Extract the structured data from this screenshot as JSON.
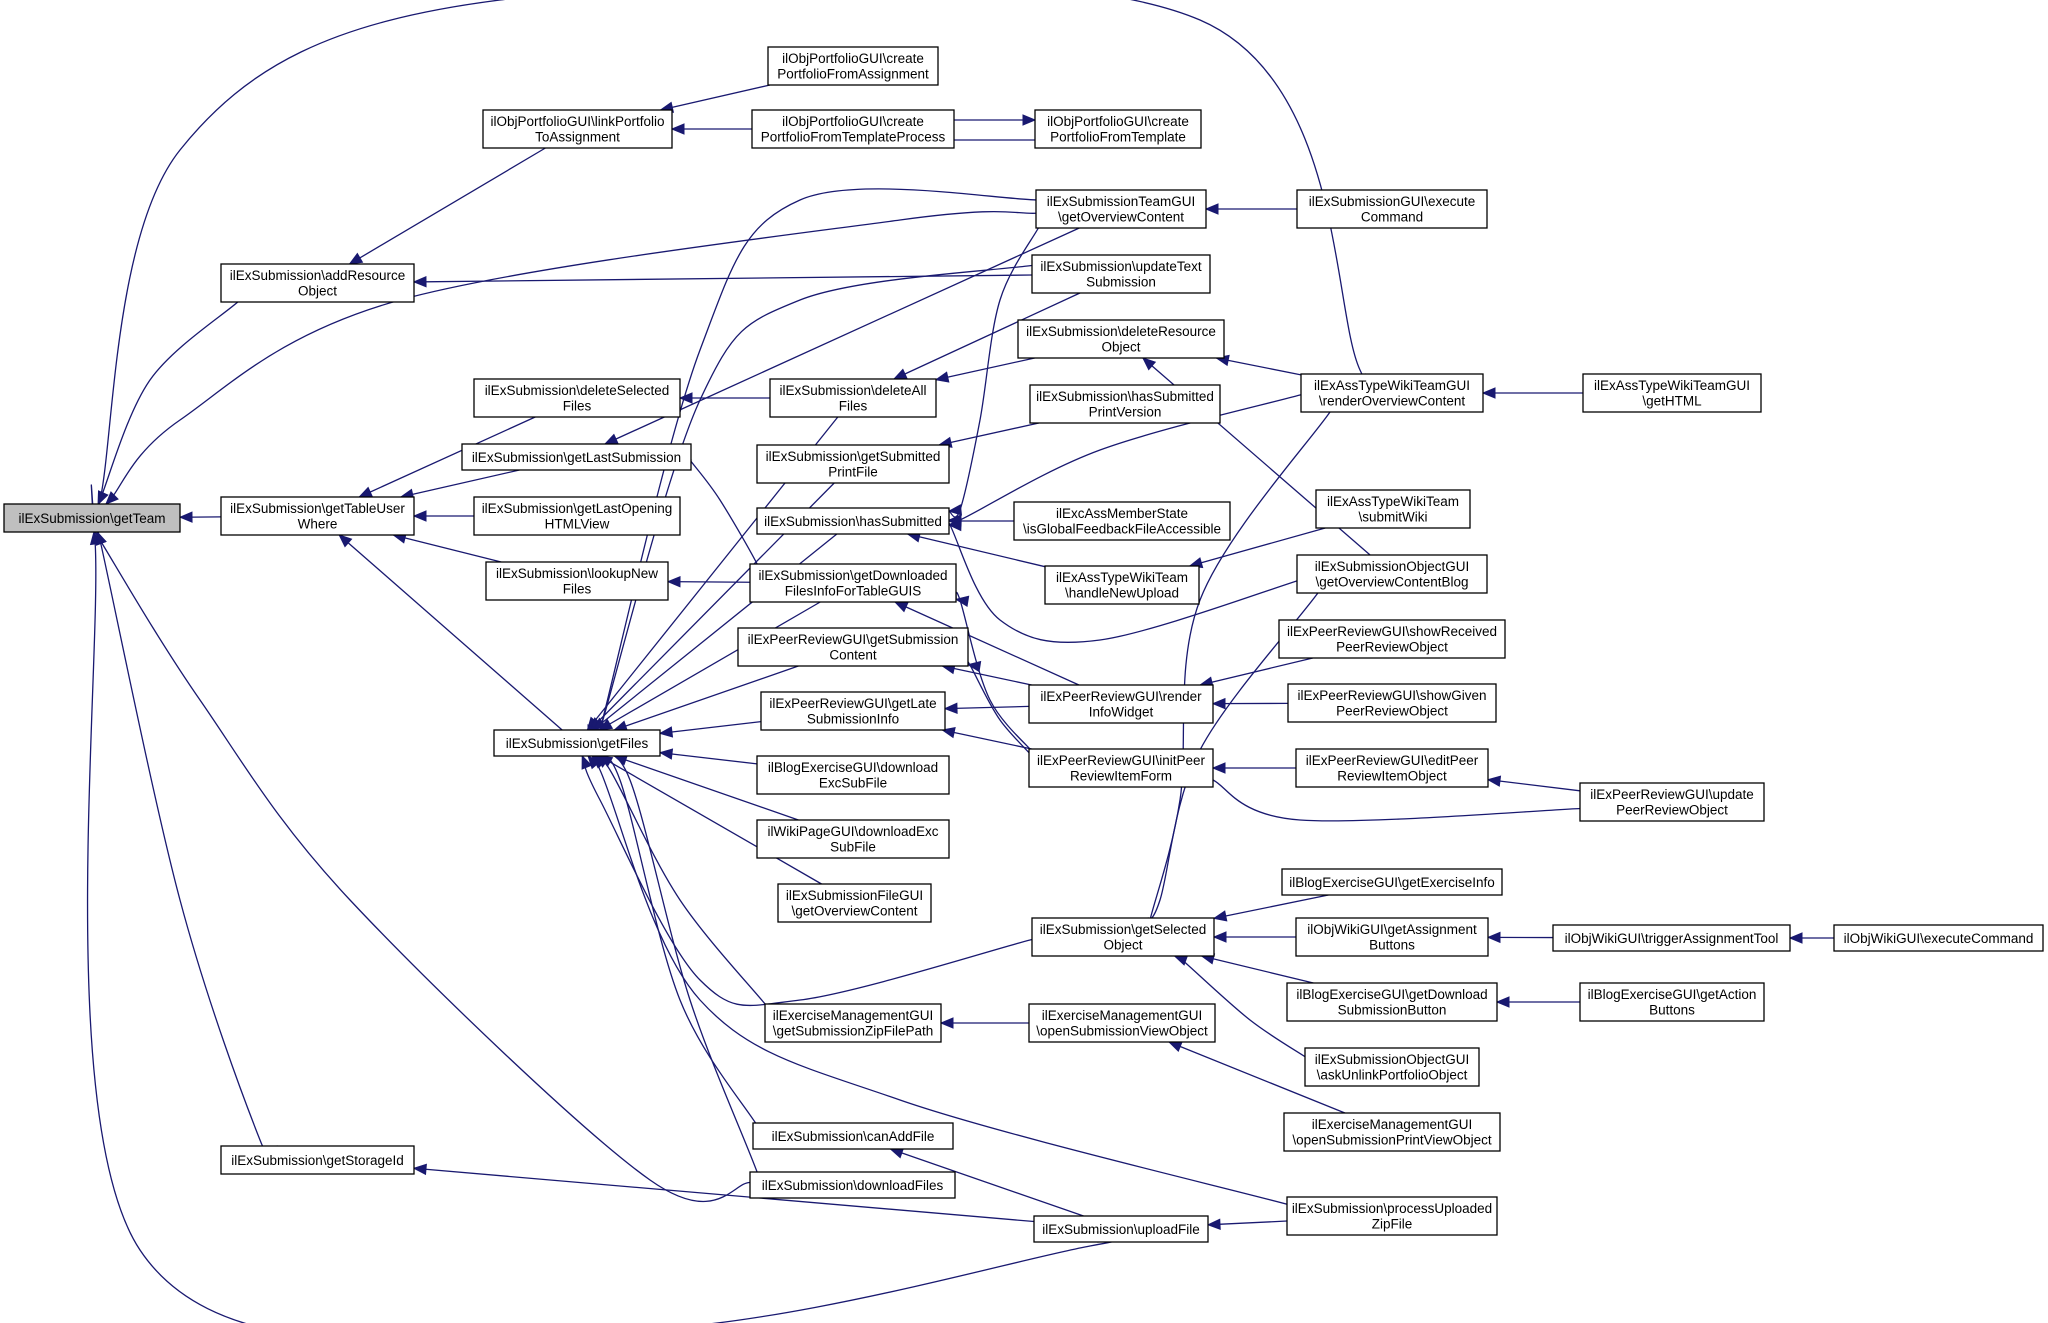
{
  "graph": {
    "kind": "caller graph",
    "root": "getTeam",
    "colors": {
      "edge": "#191970",
      "node_border": "#000000",
      "node_fill": "#ffffff",
      "root_fill": "#bfbfbf"
    },
    "nodes": [
      {
        "id": "getTeam",
        "lines": [
          "ilExSubmission\\getTeam"
        ],
        "root": true
      },
      {
        "id": "addResourceObject",
        "lines": [
          "ilExSubmission\\addResource",
          "Object"
        ]
      },
      {
        "id": "getTableUserWhere",
        "lines": [
          "ilExSubmission\\getTableUser",
          "Where"
        ]
      },
      {
        "id": "getStorageId",
        "lines": [
          "ilExSubmission\\getStorageId"
        ]
      },
      {
        "id": "linkPortfolio",
        "lines": [
          "ilObjPortfolioGUI\\linkPortfolio",
          "ToAssignment"
        ]
      },
      {
        "id": "deleteSelectedFiles",
        "lines": [
          "ilExSubmission\\deleteSelected",
          "Files"
        ]
      },
      {
        "id": "getLastSubmission",
        "lines": [
          "ilExSubmission\\getLastSubmission"
        ]
      },
      {
        "id": "getLastOpeningHTMLView",
        "lines": [
          "ilExSubmission\\getLastOpening",
          "HTMLView"
        ]
      },
      {
        "id": "lookupNewFiles",
        "lines": [
          "ilExSubmission\\lookupNew",
          "Files"
        ]
      },
      {
        "id": "getFiles",
        "lines": [
          "ilExSubmission\\getFiles"
        ]
      },
      {
        "id": "createPortfolioFromAssignment",
        "lines": [
          "ilObjPortfolioGUI\\create",
          "PortfolioFromAssignment"
        ]
      },
      {
        "id": "createPortfolioFromTemplateProcess",
        "lines": [
          "ilObjPortfolioGUI\\create",
          "PortfolioFromTemplateProcess"
        ]
      },
      {
        "id": "deleteAllFiles",
        "lines": [
          "ilExSubmission\\deleteAll",
          "Files"
        ]
      },
      {
        "id": "getSubmittedPrintFile",
        "lines": [
          "ilExSubmission\\getSubmitted",
          "PrintFile"
        ]
      },
      {
        "id": "hasSubmitted",
        "lines": [
          "ilExSubmission\\hasSubmitted"
        ]
      },
      {
        "id": "getDownloadedFilesInfo",
        "lines": [
          "ilExSubmission\\getDownloaded",
          "FilesInfoForTableGUIS"
        ]
      },
      {
        "id": "getSubmissionContent",
        "lines": [
          "ilExPeerReviewGUI\\getSubmission",
          "Content"
        ]
      },
      {
        "id": "getLateSubmissionInfo",
        "lines": [
          "ilExPeerReviewGUI\\getLate",
          "SubmissionInfo"
        ]
      },
      {
        "id": "blogDownloadExcSubFile",
        "lines": [
          "ilBlogExerciseGUI\\download",
          "ExcSubFile"
        ]
      },
      {
        "id": "wikiDownloadExcSubFile",
        "lines": [
          "ilWikiPageGUI\\downloadExc",
          "SubFile"
        ]
      },
      {
        "id": "fileGuiGetOverviewContent",
        "lines": [
          "ilExSubmissionFileGUI",
          "\\getOverviewContent"
        ]
      },
      {
        "id": "getSubmissionZipFilePath",
        "lines": [
          "ilExerciseManagementGUI",
          "\\getSubmissionZipFilePath"
        ]
      },
      {
        "id": "canAddFile",
        "lines": [
          "ilExSubmission\\canAddFile"
        ]
      },
      {
        "id": "downloadFiles",
        "lines": [
          "ilExSubmission\\downloadFiles"
        ]
      },
      {
        "id": "createPortfolioFromTemplate",
        "lines": [
          "ilObjPortfolioGUI\\create",
          "PortfolioFromTemplate"
        ]
      },
      {
        "id": "teamGuiGetOverviewContent",
        "lines": [
          "ilExSubmissionTeamGUI",
          "\\getOverviewContent"
        ]
      },
      {
        "id": "updateTextSubmission",
        "lines": [
          "ilExSubmission\\updateText",
          "Submission"
        ]
      },
      {
        "id": "deleteResourceObject",
        "lines": [
          "ilExSubmission\\deleteResource",
          "Object"
        ]
      },
      {
        "id": "hasSubmittedPrintVersion",
        "lines": [
          "ilExSubmission\\hasSubmitted",
          "PrintVersion"
        ]
      },
      {
        "id": "isGlobalFeedbackFileAccessible",
        "lines": [
          "ilExcAssMemberState",
          "\\isGlobalFeedbackFileAccessible"
        ]
      },
      {
        "id": "handleNewUpload",
        "lines": [
          "ilExAssTypeWikiTeam",
          "\\handleNewUpload"
        ]
      },
      {
        "id": "renderInfoWidget",
        "lines": [
          "ilExPeerReviewGUI\\render",
          "InfoWidget"
        ]
      },
      {
        "id": "initPeerReviewItemForm",
        "lines": [
          "ilExPeerReviewGUI\\initPeer",
          "ReviewItemForm"
        ]
      },
      {
        "id": "getSelectedObject",
        "lines": [
          "ilExSubmission\\getSelected",
          "Object"
        ]
      },
      {
        "id": "openSubmissionViewObject",
        "lines": [
          "ilExerciseManagementGUI",
          "\\openSubmissionViewObject"
        ]
      },
      {
        "id": "uploadFile",
        "lines": [
          "ilExSubmission\\uploadFile"
        ]
      },
      {
        "id": "executeCommand",
        "lines": [
          "ilExSubmissionGUI\\execute",
          "Command"
        ]
      },
      {
        "id": "renderOverviewContent",
        "lines": [
          "ilExAssTypeWikiTeamGUI",
          "\\renderOverviewContent"
        ]
      },
      {
        "id": "submitWiki",
        "lines": [
          "ilExAssTypeWikiTeam",
          "\\submitWiki"
        ]
      },
      {
        "id": "getOverviewContentBlog",
        "lines": [
          "ilExSubmissionObjectGUI",
          "\\getOverviewContentBlog"
        ]
      },
      {
        "id": "showReceivedPeerReviewObject",
        "lines": [
          "ilExPeerReviewGUI\\showReceived",
          "PeerReviewObject"
        ]
      },
      {
        "id": "showGivenPeerReviewObject",
        "lines": [
          "ilExPeerReviewGUI\\showGiven",
          "PeerReviewObject"
        ]
      },
      {
        "id": "editPeerReviewItemObject",
        "lines": [
          "ilExPeerReviewGUI\\editPeer",
          "ReviewItemObject"
        ]
      },
      {
        "id": "getExerciseInfo",
        "lines": [
          "ilBlogExerciseGUI\\getExerciseInfo"
        ]
      },
      {
        "id": "getAssignmentButtons",
        "lines": [
          "ilObjWikiGUI\\getAssignment",
          "Buttons"
        ]
      },
      {
        "id": "getDownloadSubmissionButton",
        "lines": [
          "ilBlogExerciseGUI\\getDownload",
          "SubmissionButton"
        ]
      },
      {
        "id": "askUnlinkPortfolioObject",
        "lines": [
          "ilExSubmissionObjectGUI",
          "\\askUnlinkPortfolioObject"
        ]
      },
      {
        "id": "openSubmissionPrintViewObject",
        "lines": [
          "ilExerciseManagementGUI",
          "\\openSubmissionPrintViewObject"
        ]
      },
      {
        "id": "processUploadedZipFile",
        "lines": [
          "ilExSubmission\\processUploaded",
          "ZipFile"
        ]
      },
      {
        "id": "wikiTeamGetHTML",
        "lines": [
          "ilExAssTypeWikiTeamGUI",
          "\\getHTML"
        ]
      },
      {
        "id": "updatePeerReviewObject",
        "lines": [
          "ilExPeerReviewGUI\\update",
          "PeerReviewObject"
        ]
      },
      {
        "id": "triggerAssignmentTool",
        "lines": [
          "ilObjWikiGUI\\triggerAssignmentTool"
        ]
      },
      {
        "id": "getActionButtons",
        "lines": [
          "ilBlogExerciseGUI\\getAction",
          "Buttons"
        ]
      },
      {
        "id": "wikiExecuteCommand",
        "lines": [
          "ilObjWikiGUI\\executeCommand"
        ]
      }
    ],
    "edges": [
      {
        "from": "addResourceObject",
        "to": "getTeam"
      },
      {
        "from": "getTableUserWhere",
        "to": "getTeam"
      },
      {
        "from": "getStorageId",
        "to": "getTeam"
      },
      {
        "from": "linkPortfolio",
        "to": "addResourceObject"
      },
      {
        "from": "updateTextSubmission",
        "to": "addResourceObject"
      },
      {
        "from": "deleteSelectedFiles",
        "to": "getTableUserWhere"
      },
      {
        "from": "getLastSubmission",
        "to": "getTableUserWhere"
      },
      {
        "from": "getLastOpeningHTMLView",
        "to": "getTableUserWhere"
      },
      {
        "from": "lookupNewFiles",
        "to": "getTableUserWhere"
      },
      {
        "from": "getFiles",
        "to": "getTableUserWhere"
      },
      {
        "from": "createPortfolioFromAssignment",
        "to": "linkPortfolio"
      },
      {
        "from": "createPortfolioFromTemplateProcess",
        "to": "linkPortfolio"
      },
      {
        "from": "createPortfolioFromTemplate",
        "to": "createPortfolioFromTemplateProcess"
      },
      {
        "from": "createPortfolioFromTemplateProcess",
        "to": "createPortfolioFromTemplate"
      },
      {
        "from": "deleteAllFiles",
        "to": "deleteSelectedFiles"
      },
      {
        "from": "teamGuiGetOverviewContent",
        "to": "getLastSubmission"
      },
      {
        "from": "getDownloadedFilesInfo",
        "to": "getLastSubmission"
      },
      {
        "from": "getDownloadedFilesInfo",
        "to": "lookupNewFiles"
      },
      {
        "from": "deleteAllFiles",
        "to": "getFiles"
      },
      {
        "from": "getSubmittedPrintFile",
        "to": "getFiles"
      },
      {
        "from": "hasSubmitted",
        "to": "getFiles"
      },
      {
        "from": "getDownloadedFilesInfo",
        "to": "getFiles"
      },
      {
        "from": "getSubmissionContent",
        "to": "getFiles"
      },
      {
        "from": "getLateSubmissionInfo",
        "to": "getFiles"
      },
      {
        "from": "blogDownloadExcSubFile",
        "to": "getFiles"
      },
      {
        "from": "wikiDownloadExcSubFile",
        "to": "getFiles"
      },
      {
        "from": "fileGuiGetOverviewContent",
        "to": "getFiles"
      },
      {
        "from": "getSubmissionZipFilePath",
        "to": "getFiles"
      },
      {
        "from": "canAddFile",
        "to": "getFiles"
      },
      {
        "from": "downloadFiles",
        "to": "getFiles"
      },
      {
        "from": "teamGuiGetOverviewContent",
        "to": "getFiles"
      },
      {
        "from": "updateTextSubmission",
        "to": "getFiles"
      },
      {
        "from": "getSelectedObject",
        "to": "getFiles"
      },
      {
        "from": "processUploadedZipFile",
        "to": "getFiles"
      },
      {
        "from": "executeCommand",
        "to": "teamGuiGetOverviewContent"
      },
      {
        "from": "updateTextSubmission",
        "to": "deleteAllFiles"
      },
      {
        "from": "deleteResourceObject",
        "to": "deleteAllFiles"
      },
      {
        "from": "hasSubmittedPrintVersion",
        "to": "getSubmittedPrintFile"
      },
      {
        "from": "teamGuiGetOverviewContent",
        "to": "hasSubmitted"
      },
      {
        "from": "renderOverviewContent",
        "to": "hasSubmitted"
      },
      {
        "from": "isGlobalFeedbackFileAccessible",
        "to": "hasSubmitted"
      },
      {
        "from": "handleNewUpload",
        "to": "hasSubmitted"
      },
      {
        "from": "getOverviewContentBlog",
        "to": "hasSubmitted"
      },
      {
        "from": "renderInfoWidget",
        "to": "getDownloadedFilesInfo"
      },
      {
        "from": "initPeerReviewItemForm",
        "to": "getDownloadedFilesInfo"
      },
      {
        "from": "renderInfoWidget",
        "to": "getSubmissionContent"
      },
      {
        "from": "initPeerReviewItemForm",
        "to": "getSubmissionContent"
      },
      {
        "from": "renderInfoWidget",
        "to": "getLateSubmissionInfo"
      },
      {
        "from": "initPeerReviewItemForm",
        "to": "getLateSubmissionInfo"
      },
      {
        "from": "openSubmissionViewObject",
        "to": "getSubmissionZipFilePath"
      },
      {
        "from": "uploadFile",
        "to": "canAddFile"
      },
      {
        "from": "uploadFile",
        "to": "getStorageId"
      },
      {
        "from": "uploadFile",
        "to": "getTeam"
      },
      {
        "from": "teamGuiGetOverviewContent",
        "to": "getTeam"
      },
      {
        "from": "renderOverviewContent",
        "to": "getTeam"
      },
      {
        "from": "downloadFiles",
        "to": "getTeam"
      },
      {
        "from": "renderOverviewContent",
        "to": "deleteResourceObject"
      },
      {
        "from": "getOverviewContentBlog",
        "to": "deleteResourceObject"
      },
      {
        "from": "submitWiki",
        "to": "handleNewUpload"
      },
      {
        "from": "showReceivedPeerReviewObject",
        "to": "renderInfoWidget"
      },
      {
        "from": "showGivenPeerReviewObject",
        "to": "renderInfoWidget"
      },
      {
        "from": "editPeerReviewItemObject",
        "to": "initPeerReviewItemForm"
      },
      {
        "from": "updatePeerReviewObject",
        "to": "initPeerReviewItemForm"
      },
      {
        "from": "renderOverviewContent",
        "to": "getSelectedObject"
      },
      {
        "from": "getOverviewContentBlog",
        "to": "getSelectedObject"
      },
      {
        "from": "getExerciseInfo",
        "to": "getSelectedObject"
      },
      {
        "from": "getAssignmentButtons",
        "to": "getSelectedObject"
      },
      {
        "from": "getDownloadSubmissionButton",
        "to": "getSelectedObject"
      },
      {
        "from": "askUnlinkPortfolioObject",
        "to": "getSelectedObject"
      },
      {
        "from": "openSubmissionPrintViewObject",
        "to": "openSubmissionViewObject"
      },
      {
        "from": "processUploadedZipFile",
        "to": "uploadFile"
      },
      {
        "from": "wikiTeamGetHTML",
        "to": "renderOverviewContent"
      },
      {
        "from": "updatePeerReviewObject",
        "to": "editPeerReviewItemObject"
      },
      {
        "from": "triggerAssignmentTool",
        "to": "getAssignmentButtons"
      },
      {
        "from": "wikiExecuteCommand",
        "to": "triggerAssignmentTool"
      },
      {
        "from": "getActionButtons",
        "to": "getDownloadSubmissionButton"
      }
    ]
  }
}
